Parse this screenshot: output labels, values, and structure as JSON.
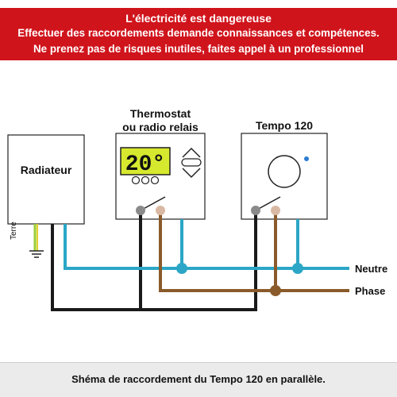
{
  "banner": {
    "line1": "L'électricité est dangereuse",
    "line2": "Effectuer des raccordements demande connaissances et compétences.",
    "line3": "Ne prenez pas de risques inutiles, faites appel à un professionnel"
  },
  "labels": {
    "radiator": "Radiateur",
    "thermostat_line1": "Thermostat",
    "thermostat_line2": "ou radio relais",
    "tempo": "Tempo 120",
    "neutral": "Neutre",
    "phase": "Phase",
    "earth": "Terre"
  },
  "display": {
    "temperature": "20°"
  },
  "caption": "Shéma de raccordement du Tempo 120 en parallèle.",
  "colors": {
    "banner": "#d0141c",
    "neutral_wire": "#2ba6c6",
    "phase_wire": "#8b5a2b",
    "ground_wire": "#1a1a1a",
    "earth_wire": "#9acd32",
    "lcd": "#d7e92e",
    "led": "#2a7bd1"
  }
}
